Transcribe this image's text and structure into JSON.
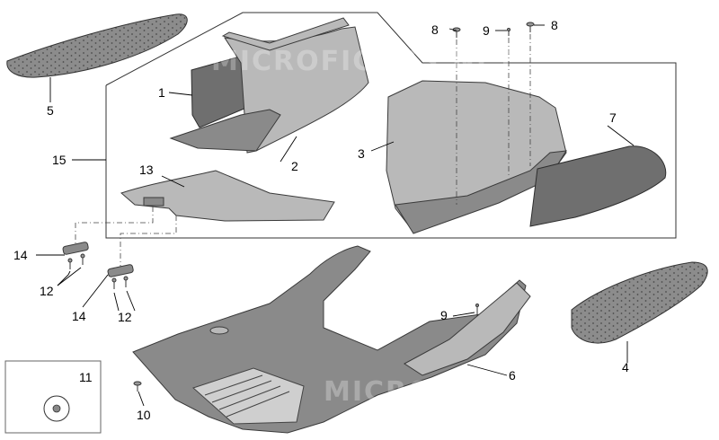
{
  "watermark": "MICROFICHES.NET",
  "callouts": {
    "c1": "1",
    "c2": "2",
    "c3": "3",
    "c4": "4",
    "c5": "5",
    "c6": "6",
    "c7": "7",
    "c8a": "8",
    "c8b": "8",
    "c9a": "9",
    "c9b": "9",
    "c10": "10",
    "c11": "11",
    "c12a": "12",
    "c12b": "12",
    "c13": "13",
    "c14a": "14",
    "c14b": "14",
    "c15": "15"
  }
}
